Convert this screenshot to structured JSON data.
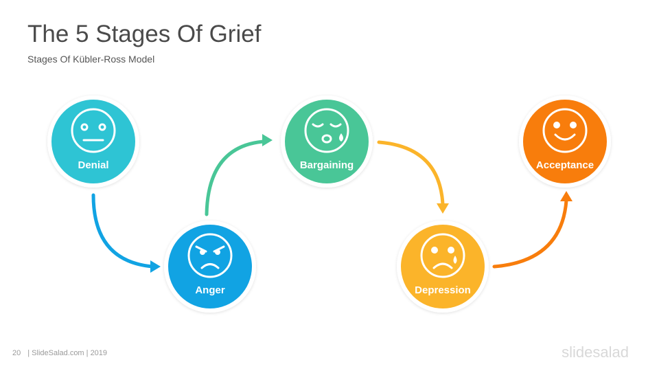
{
  "slide": {
    "title": "The 5 Stages Of Grief",
    "subtitle": "Stages Of Kübler-Ross Model"
  },
  "stages": [
    {
      "label": "Denial",
      "color": "#2ec4d4",
      "icon": "neutral-face-icon"
    },
    {
      "label": "Anger",
      "color": "#11a3e3",
      "icon": "angry-face-icon"
    },
    {
      "label": "Bargaining",
      "color": "#49c697",
      "icon": "crying-face-icon"
    },
    {
      "label": "Depression",
      "color": "#fbb42a",
      "icon": "sad-tear-face-icon"
    },
    {
      "label": "Acceptance",
      "color": "#f87d0c",
      "icon": "smiling-face-icon"
    }
  ],
  "footer": {
    "page_number": "20",
    "credit": "| SlideSalad.com | 2019",
    "logo": "slidesalad"
  }
}
